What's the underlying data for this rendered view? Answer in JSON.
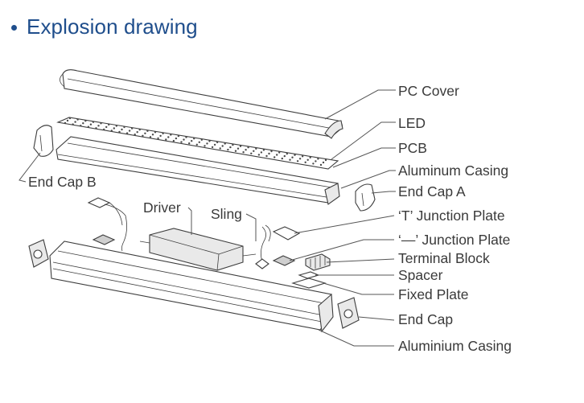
{
  "header": {
    "title": "Explosion drawing"
  },
  "labels": {
    "pc_cover": "PC Cover",
    "led": "LED",
    "pcb": "PCB",
    "aluminum_casing": "Aluminum Casing",
    "end_cap_a": "End Cap A",
    "t_junction_plate": "‘T’ Junction Plate",
    "dash_junction_plate": "‘—’ Junction Plate",
    "terminal_block": "Terminal Block",
    "spacer": "Spacer",
    "fixed_plate": "Fixed Plate",
    "end_cap": "End Cap",
    "aluminium_casing": "Aluminium Casing",
    "end_cap_b": "End Cap B",
    "driver": "Driver",
    "sling": "Sling"
  },
  "colors": {
    "title": "#1f4e8c",
    "text": "#3a3a3a",
    "line": "#555555"
  }
}
